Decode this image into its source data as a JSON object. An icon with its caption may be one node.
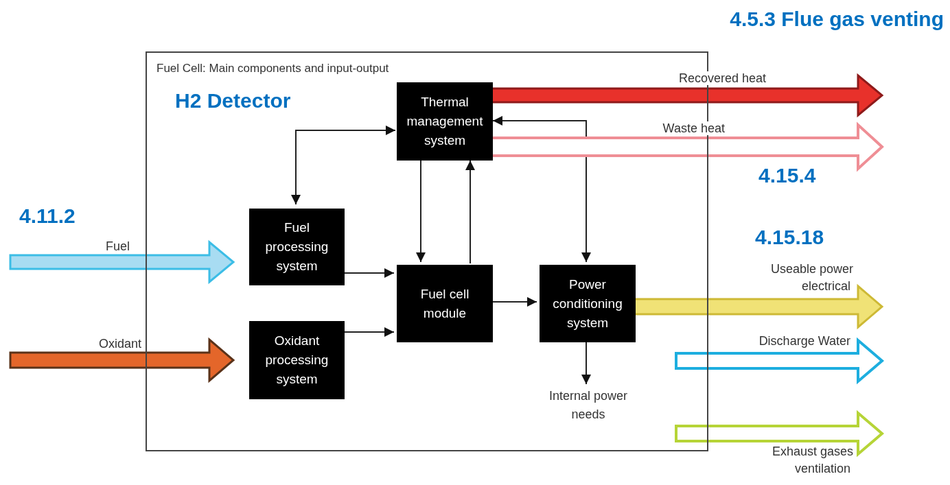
{
  "diagram": {
    "nodes": [
      {
        "text": [
          "Fuel Cell: Main components and input-output"
        ]
      },
      {
        "text": [
          "Thermal management system"
        ],
        "in": 0
      },
      {
        "text": [
          "Fuel processing system"
        ],
        "in": 0
      },
      {
        "text": [
          "Fuel cell module"
        ],
        "in": 0
      },
      {
        "text": [
          "Power conditioning system"
        ],
        "in": 0
      },
      {
        "text": [
          "Oxidant processing system"
        ],
        "in": 0
      },
      {
        "text": [
          "Internal power needs"
        ],
        "in": 0
      }
    ],
    "edges": [
      {
        "from": null,
        "to": 2,
        "arrow": "to",
        "label": "Fuel",
        "style": "thick",
        "color": "#a8dcf2"
      },
      {
        "from": null,
        "to": 5,
        "arrow": "to",
        "label": "Oxidant",
        "style": "thick",
        "color": "#e4662a"
      },
      {
        "from": 1,
        "to": 2,
        "arrow": "both"
      },
      {
        "from": 1,
        "to": 3,
        "arrow": "to"
      },
      {
        "from": 3,
        "to": 1,
        "arrow": "to"
      },
      {
        "from": 1,
        "to": 4,
        "arrow": "both"
      },
      {
        "from": 2,
        "to": 3,
        "arrow": "to"
      },
      {
        "from": 5,
        "to": 3,
        "arrow": "to"
      },
      {
        "from": 3,
        "to": 4,
        "arrow": "to"
      },
      {
        "from": 4,
        "to": 6,
        "arrow": "to"
      },
      {
        "from": 1,
        "to": null,
        "arrow": "to",
        "label": "Recovered heat",
        "style": "thick",
        "color": "#e8312b"
      },
      {
        "from": 1,
        "to": null,
        "arrow": "to",
        "label": "Waste heat",
        "style": "thick",
        "color": "#ef8e95"
      },
      {
        "from": 4,
        "to": null,
        "arrow": "to",
        "label": "Useable power electrical",
        "style": "thick",
        "color": "#f0e276"
      },
      {
        "from": 0,
        "to": null,
        "arrow": "to",
        "label": "Discharge Water",
        "style": "thick",
        "color": "#1daedf"
      },
      {
        "from": 0,
        "to": null,
        "arrow": "to",
        "label": "Exhaust gases ventilation",
        "style": "thick",
        "color": "#b6d437"
      }
    ],
    "labels": [
      "4.5.3 Flue gas venting",
      "H2 Detector",
      "4.15.4",
      "4.11.2",
      "4.15.18"
    ]
  }
}
